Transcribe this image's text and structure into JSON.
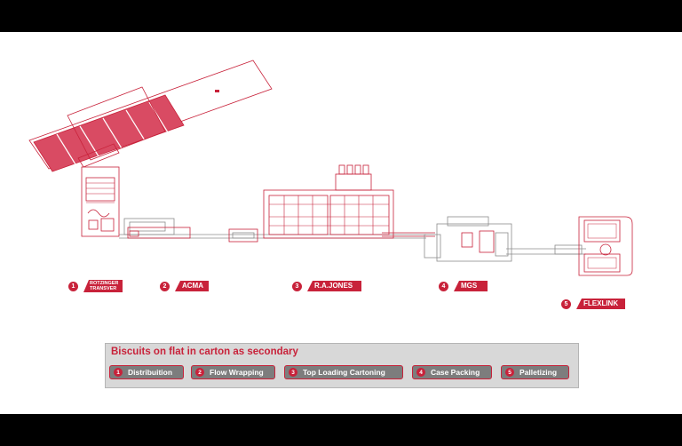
{
  "machines": [
    {
      "number": "1",
      "brand_line1": "ROTZINGER",
      "brand_line2": "TRANSVER"
    },
    {
      "number": "2",
      "brand": "ACMA"
    },
    {
      "number": "3",
      "brand": "R.A.JONES"
    },
    {
      "number": "4",
      "brand": "MGS"
    },
    {
      "number": "5",
      "brand": "FLEXLINK"
    }
  ],
  "legend": {
    "title": "Biscuits on flat in carton as secondary",
    "items": [
      {
        "number": "1",
        "label": "Distribuition"
      },
      {
        "number": "2",
        "label": "Flow Wrapping"
      },
      {
        "number": "3",
        "label": "Top Loading Cartoning"
      },
      {
        "number": "4",
        "label": "Case Packing"
      },
      {
        "number": "5",
        "label": "Palletizing"
      }
    ]
  },
  "colors": {
    "accent": "#c8223a",
    "legend_bg": "#d8d8d8",
    "legend_item_bg": "#7d7d7d",
    "line_gray": "#8c8c8c"
  }
}
